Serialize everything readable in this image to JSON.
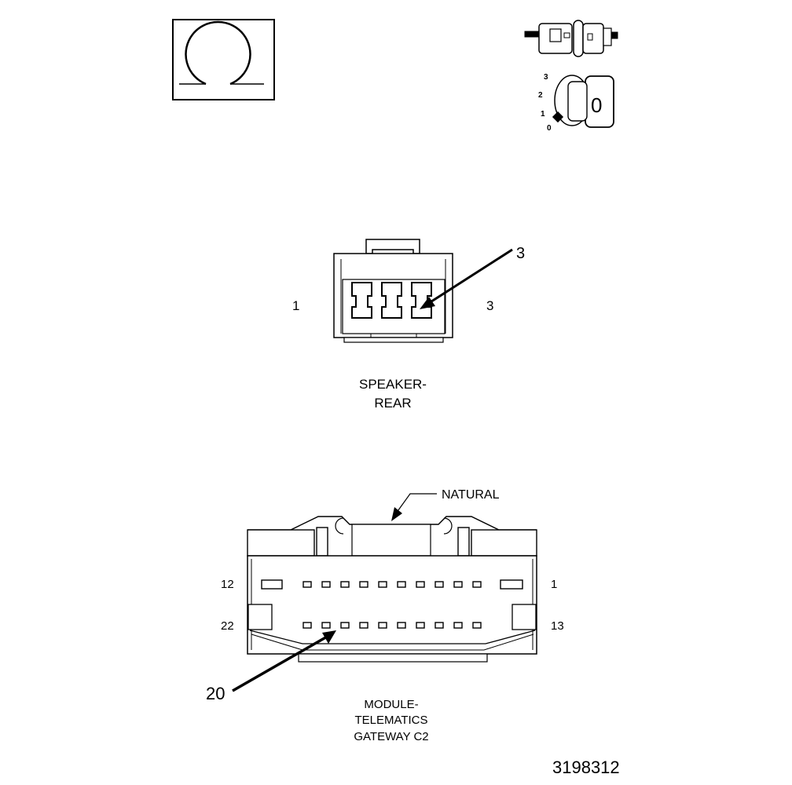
{
  "legend": {
    "key_positions": [
      "3",
      "2",
      "1",
      "0"
    ],
    "key_face": "0"
  },
  "speaker_connector": {
    "callout_pin": "3",
    "left_pin": "1",
    "right_pin": "3",
    "title_line1": "SPEAKER-",
    "title_line2": "REAR"
  },
  "telematics_connector": {
    "color_label": "NATURAL",
    "top_left_pin": "12",
    "top_right_pin": "1",
    "bottom_left_pin": "22",
    "bottom_right_pin": "13",
    "callout_pin": "20",
    "title_line1": "MODULE-",
    "title_line2": "TELEMATICS",
    "title_line3": "GATEWAY C2"
  },
  "figure_number": "3198312"
}
